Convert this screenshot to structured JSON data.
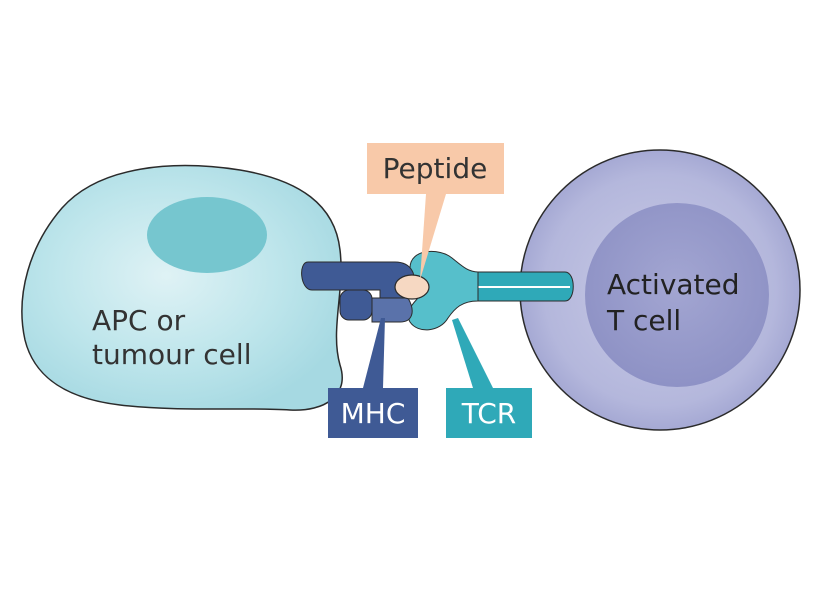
{
  "labels": {
    "apc_line1": "APC or",
    "apc_line2": "tumour cell",
    "tcell_line1": "Activated",
    "tcell_line2": "T cell",
    "peptide": "Peptide",
    "mhc": "MHC",
    "tcr": "TCR"
  },
  "colors": {
    "apc_fill": "#aedde6",
    "apc_nucleus": "#76c6cf",
    "tcell_outer": "#a9abd2",
    "tcell_inner": "#8f93c4",
    "mhc_dark": "#3f5a95",
    "mhc_light": "#5a72aa",
    "tcr": "#2fa9b8",
    "tcr_light": "#56bfcb",
    "peptide_box": "#f8c9a9",
    "peptide_dot": "#f6d8c2"
  }
}
